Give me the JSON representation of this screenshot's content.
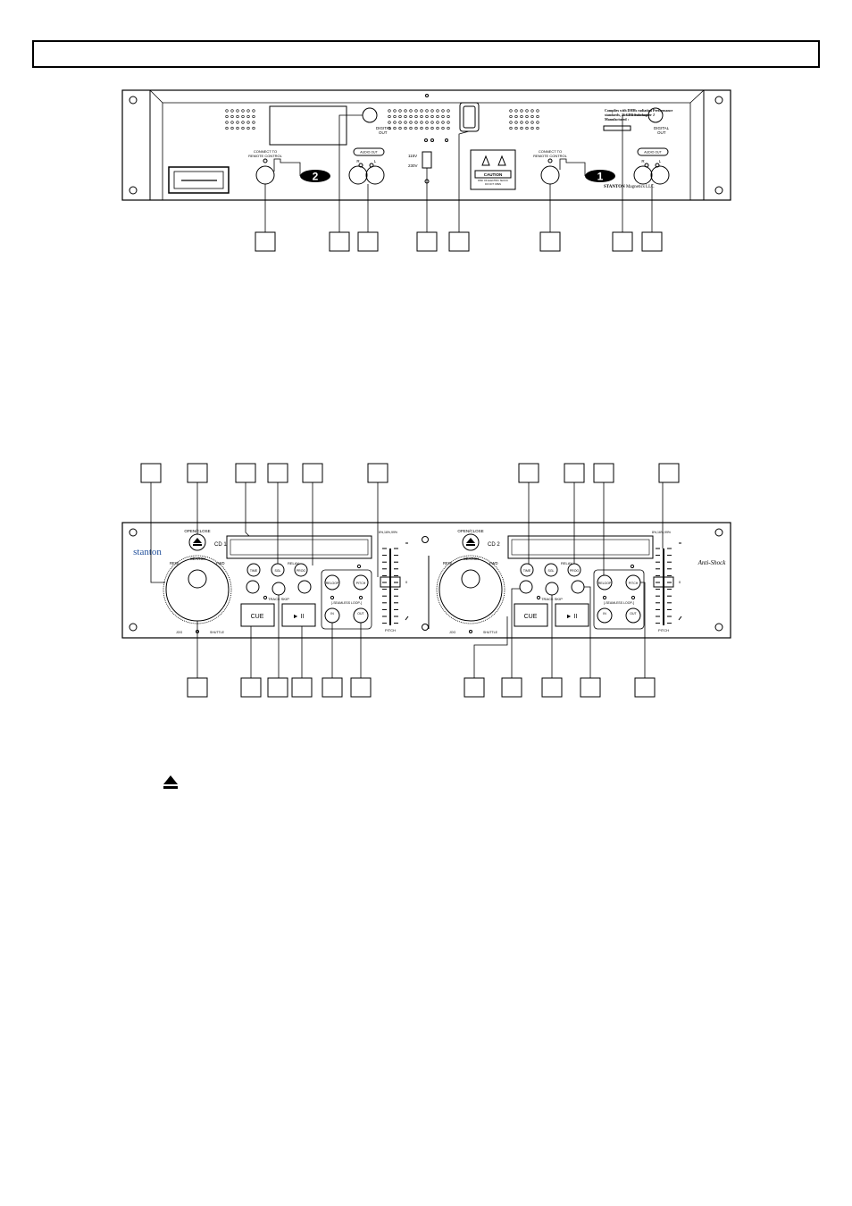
{
  "rear": {
    "digital_out": "DIGITAL",
    "digital_out2": "OUT",
    "audio_out": "AUDIO OUT",
    "r": "R",
    "l": "L",
    "remote1": "CONNECT TO",
    "remote2": "REMOTE CONTROL",
    "unit2": "2",
    "unit1": "1",
    "v115": "115V",
    "v230": "230V",
    "caution": "CAUTION",
    "caution_sub1": "RISK OF ELECTRIC SHOCK",
    "caution_sub2": "DO NOT OPEN",
    "compliance1": "Complies with DHHs radiation Performance",
    "compliance2": "standards, 21 CFR Subchapter J",
    "compliance3": "Manufactured :",
    "maker_brand": "STANTON",
    "maker_rest": "Magnetics LLC"
  },
  "front": {
    "open_close": "OPEN/CLOSE",
    "cd1": "CD 1",
    "cd2": "CD 2",
    "rew": "REW",
    "fwd": "FWD",
    "search": "SEARCH",
    "jog": "JOG",
    "shuttle": "SHUTTLE",
    "time": "TIME",
    "sgl": "SGL",
    "prog": "PROG",
    "relay": "RELAY",
    "reloop": "RELOOP",
    "pitch_btn": "PITCH",
    "cue": "CUE",
    "play": "► II",
    "track_skip": "TRACK SKIP",
    "seamless_loop": "[-SEAMLESS LOOP-]",
    "in": "IN",
    "out": "OUT",
    "pct": "8%,16%,99%",
    "pitch": "PITCH",
    "zero": "0",
    "brand": "stanton",
    "anti_shock": "Anti-Shock"
  }
}
